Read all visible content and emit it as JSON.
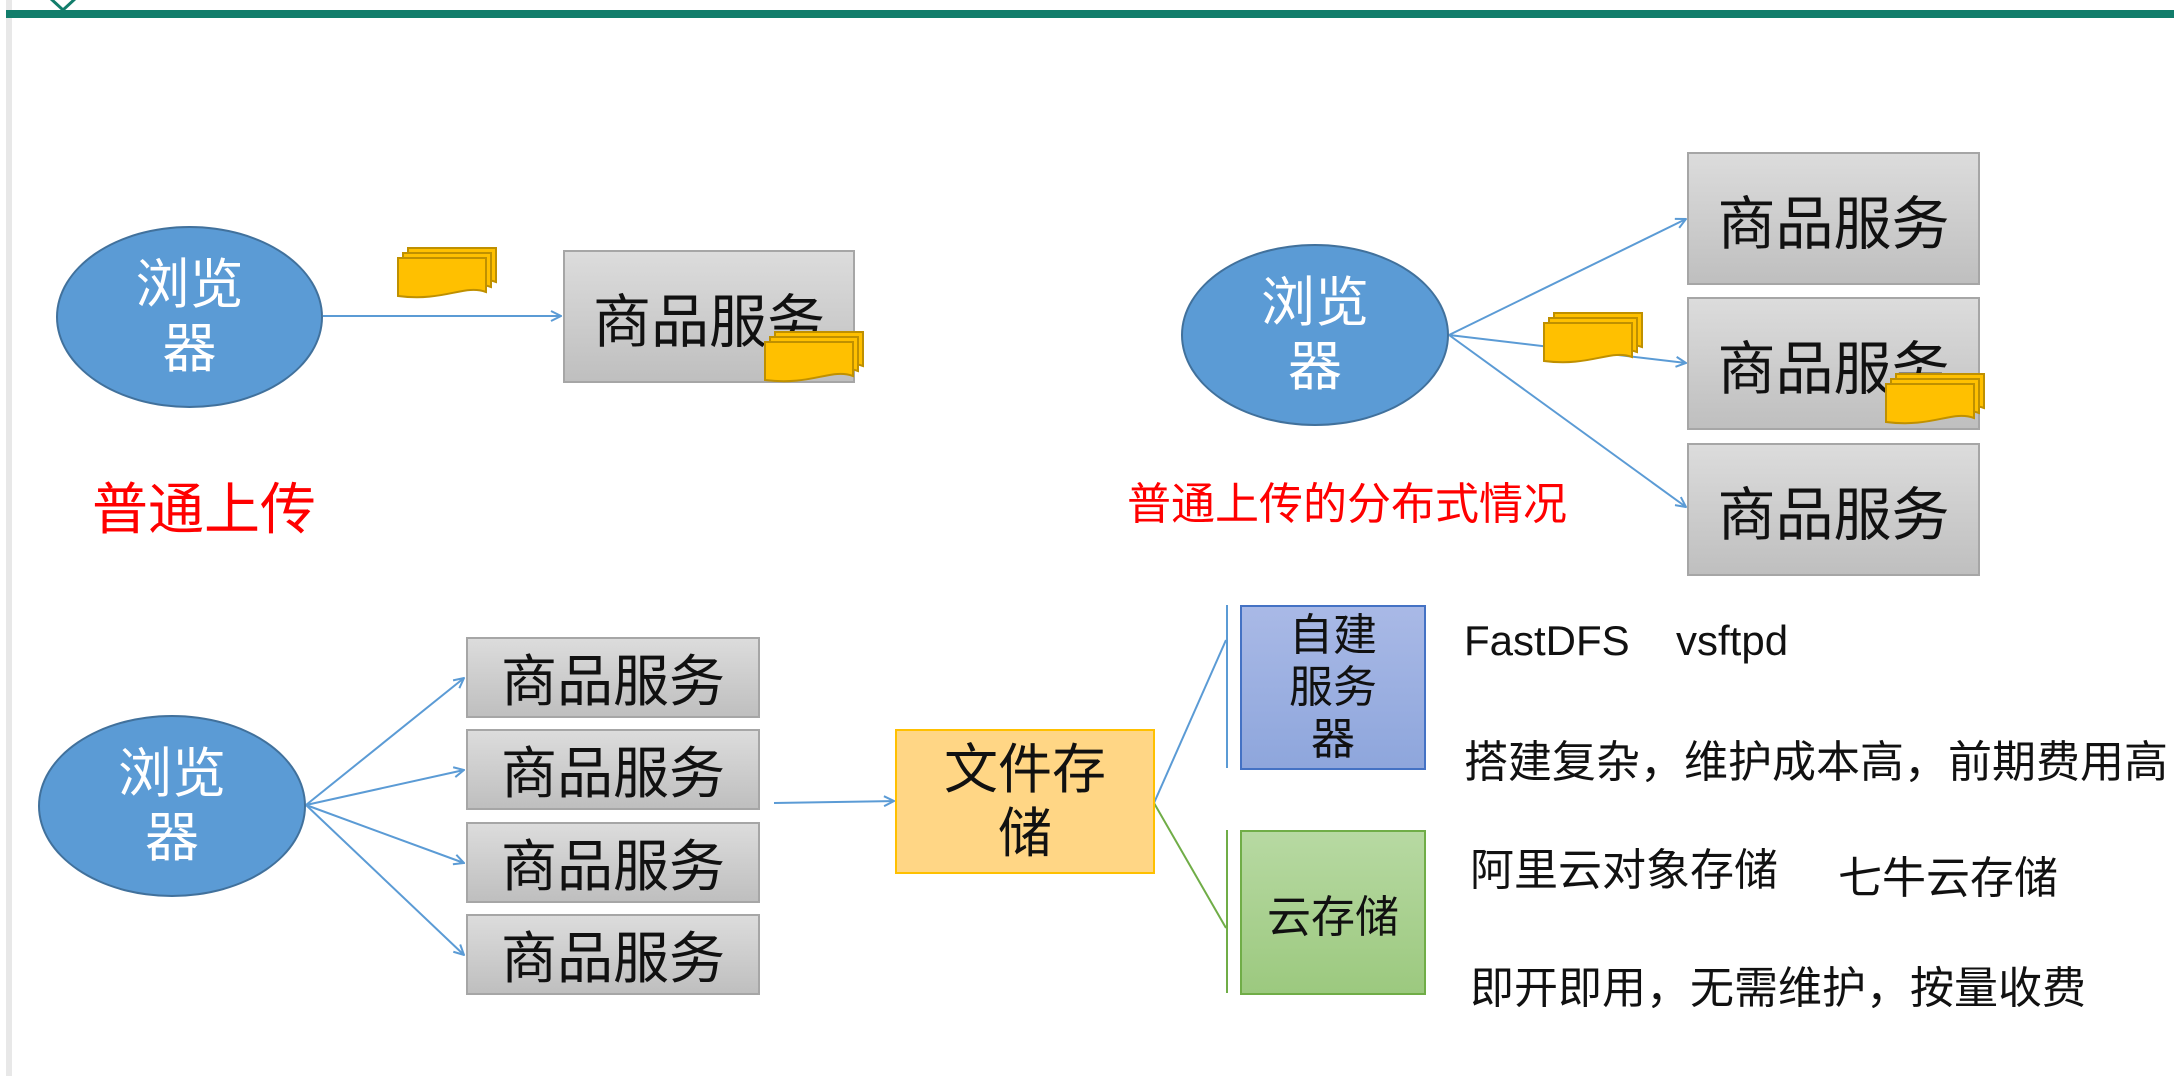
{
  "browser_label": "浏览器",
  "service_label": "商品服务",
  "caption_normal": "普通上传",
  "caption_distributed": "普通上传的分布式情况",
  "file_storage_label": "文件存储",
  "self_hosted_label": "自建服务器",
  "cloud_label": "云存储",
  "self_hosted_options": [
    "FastDFS",
    "vsftpd"
  ],
  "self_hosted_desc": "搭建复杂，维护成本高，前期费用高",
  "cloud_options": [
    "阿里云对象存储",
    "七牛云存储"
  ],
  "cloud_desc": "即开即用，无需维护，按量收费",
  "colors": {
    "accent_bar": "#127d6b",
    "browser_fill": "#5b9bd5",
    "caption": "#ff0000",
    "file_storage_fill": "#ffd685",
    "self_hosted_fill": "#8ea6dc",
    "cloud_fill": "#9cc97f",
    "document_icon": "#ffc000"
  },
  "icons": [
    "document-stack-icon"
  ]
}
